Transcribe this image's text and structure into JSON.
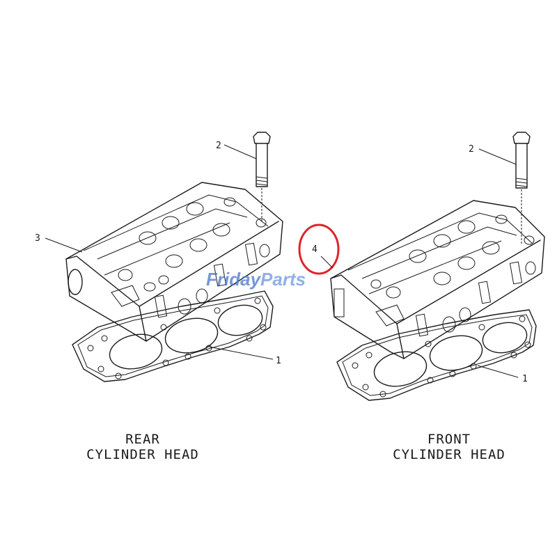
{
  "callouts": {
    "rear_bolt": "2",
    "rear_head": "3",
    "rear_gasket": "1",
    "front_bolt": "2",
    "front_gasket": "1",
    "highlight": "4"
  },
  "captions": {
    "rear_line1": "REAR",
    "rear_line2": "CYLINDER HEAD",
    "front_line1": "FRONT",
    "front_line2": "CYLINDER HEAD"
  },
  "watermark": {
    "part1": "Friday",
    "part2": "Parts",
    "color1": "#4a74c9",
    "color2": "#6c95e0"
  },
  "colors": {
    "highlight_circle": "#e0232a",
    "ink": "#1a1a1a"
  }
}
